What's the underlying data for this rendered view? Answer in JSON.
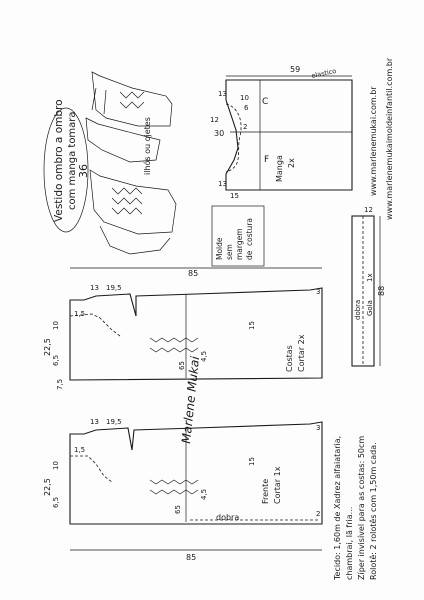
{
  "title": {
    "line1": "Vestido ombro a ombro",
    "line2": "com manga tomara",
    "size": "36"
  },
  "front_piece": {
    "label_line1": "Frente",
    "label_line2": "Cortar 1x",
    "fold_label": "dobra",
    "dims": {
      "width_total": "85",
      "width_top_a": "19,5",
      "width_top_b": "13",
      "height": "22,5",
      "mark_10": "10",
      "mark_6_5": "6,5",
      "mark_1_5": "1,5",
      "mark_15": "15",
      "mark_45": "4,5",
      "mark_65": "65",
      "mark_3": "3",
      "mark_2": "2"
    }
  },
  "back_piece": {
    "label_line1": "Costas",
    "label_line2": "Cortar 2x",
    "dims": {
      "width_total": "85",
      "width_top_a": "19,5",
      "width_top_b": "13",
      "height": "22,5",
      "mark_10": "10",
      "mark_6_5": "6,5",
      "mark_1_5": "1,5",
      "mark_15": "15",
      "mark_45": "4,5",
      "mark_65": "65",
      "mark_3": "3",
      "mark_75": "7,5"
    }
  },
  "sleeve_piece": {
    "label_line1": "Manga",
    "label_line2": "2x",
    "letters": [
      "C",
      "F"
    ],
    "dims": {
      "width": "59",
      "height": "30",
      "mark_6": "6",
      "mark_2": "2",
      "mark_10": "10",
      "mark_12": "12",
      "mark_13a": "13",
      "mark_13b": "13",
      "mark_15": "15",
      "mark_elastic": "elastico"
    }
  },
  "collar_piece": {
    "label_line1": "Gola",
    "label_line2": "1x",
    "fold_label": "dobra",
    "width": "88",
    "height": "12"
  },
  "notes": {
    "eyelets": "ilhós ou ojetes",
    "no_margin_line1": "Molde",
    "no_margin_line2": "sem",
    "no_margin_line3": "margem",
    "no_margin_line4": "de",
    "no_margin_line5": "costura",
    "fabric": "Tecido: 1,60m de Xadrez alfaiataria,",
    "fabric2": "chambrai, lã fria...",
    "zipper": "Zíper invisível para as costas: 50cm",
    "ribbon": "Rolotê: 2 rolotês com 1,50m cada.",
    "website1": "www.marlenemukai.com.br",
    "website2": "www.marlenemukaimoldeinfantil.com.br",
    "signature": "Marlene Mukai"
  }
}
